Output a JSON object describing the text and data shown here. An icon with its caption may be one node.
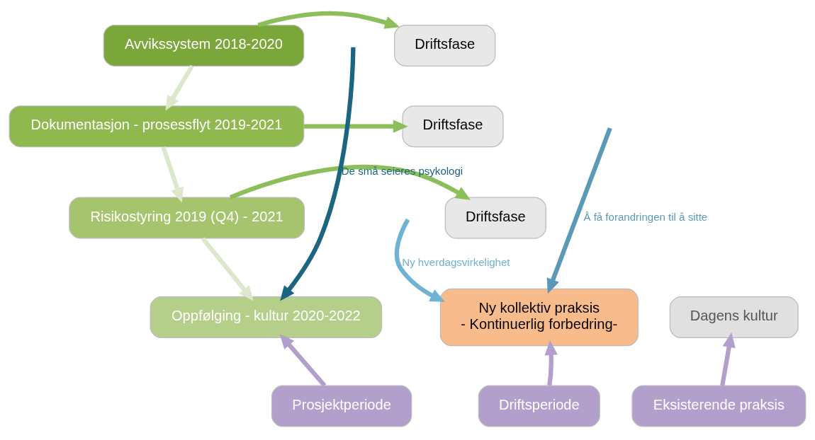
{
  "diagram": {
    "nodes": [
      {
        "text": [
          "Avvikssystem 2018-2020"
        ]
      },
      {
        "text": [
          "Driftsfase"
        ]
      },
      {
        "text": [
          "Dokumentasjon - prosessflyt 2019-2021"
        ]
      },
      {
        "text": [
          "Driftsfase"
        ]
      },
      {
        "text": [
          "Risikostyring 2019 (Q4) - 2021"
        ]
      },
      {
        "text": [
          "Driftsfase"
        ]
      },
      {
        "text": [
          "Dagens kultur"
        ]
      },
      {
        "text": [
          "Oppfølging - kultur 2020-2022"
        ]
      },
      {
        "text": [
          "Ny kollektiv praksis",
          "- Kontinuerlig forbedring-"
        ]
      },
      {
        "text": [
          "Eksisterende praksis"
        ]
      },
      {
        "text": [
          "Prosjektperiode"
        ]
      },
      {
        "text": [
          "Driftsperiode"
        ]
      }
    ],
    "edges": [
      {
        "from": 0,
        "to": 1,
        "arrow": "to",
        "color": "#8cbf5a"
      },
      {
        "from": 0,
        "to": 2,
        "arrow": "to",
        "color": "#dce8cc"
      },
      {
        "from": 2,
        "to": 3,
        "arrow": "to",
        "color": "#8cbf5a"
      },
      {
        "from": 2,
        "to": 4,
        "arrow": "to",
        "color": "#dce8cc"
      },
      {
        "from": 4,
        "to": 5,
        "arrow": "to",
        "color": "#8cbf5a"
      },
      {
        "from": 4,
        "to": 7,
        "arrow": "to",
        "color": "#dce8cc"
      },
      {
        "from": null,
        "to": 7,
        "label": "De små seieres psykologi",
        "arrow": "to",
        "color": "#1c6580"
      },
      {
        "from": null,
        "to": 8,
        "label": "Å få forandringen til å sitte",
        "arrow": "to",
        "color": "#5a9ab8"
      },
      {
        "from": null,
        "to": 8,
        "label": "Ny hverdagsvirkelighet",
        "arrow": "to",
        "color": "#6fb3d3"
      },
      {
        "from": 9,
        "to": 6,
        "arrow": "to",
        "color": "#b39fcc"
      },
      {
        "from": 10,
        "to": 7,
        "arrow": "to",
        "color": "#b39fcc"
      },
      {
        "from": 11,
        "to": 8,
        "arrow": "to",
        "color": "#b39fcc"
      }
    ]
  }
}
